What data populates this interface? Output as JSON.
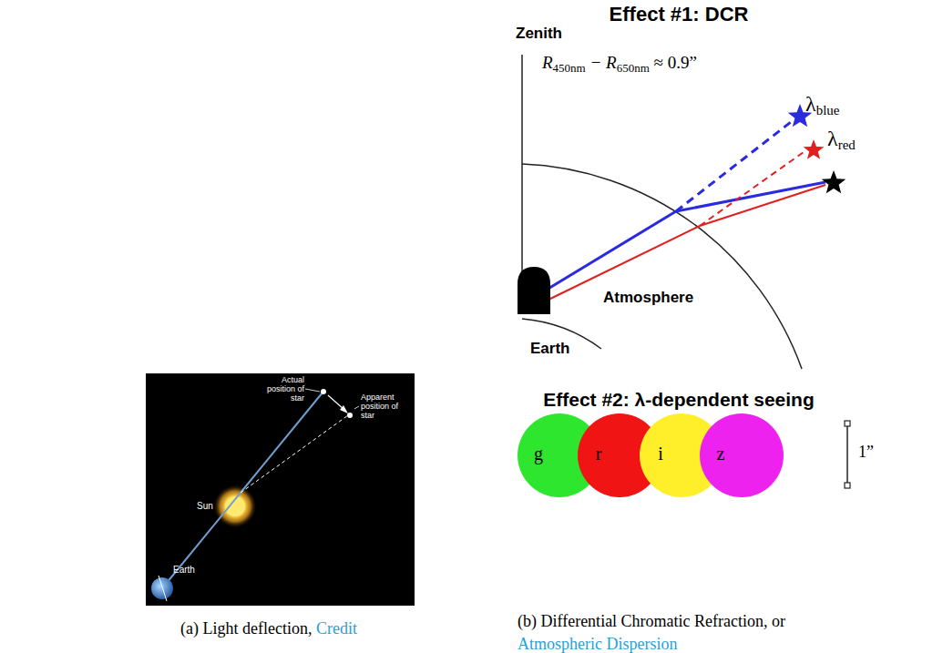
{
  "diagram": {
    "nodes": [
      {
        "text": [
          "g"
        ]
      },
      {
        "text": [
          "r"
        ]
      },
      {
        "text": [
          "i"
        ]
      },
      {
        "text": [
          "z"
        ]
      }
    ],
    "labels": [
      "Effect #1: DCR",
      "Zenith",
      "R",
      "450nm",
      "− R",
      "650nm",
      "≈ 0.9”",
      "λ",
      "blue",
      "λ",
      "red",
      "Atmosphere",
      "Earth",
      "Effect #2: λ-dependent seeing",
      "1”",
      "Actual position of star",
      "Apparent position of star",
      "Sun",
      "Earth",
      "(a) Light deflection,",
      "Credit",
      "(b) Differential Chromatic Refraction, or",
      "Atmospheric Dispersion"
    ]
  }
}
